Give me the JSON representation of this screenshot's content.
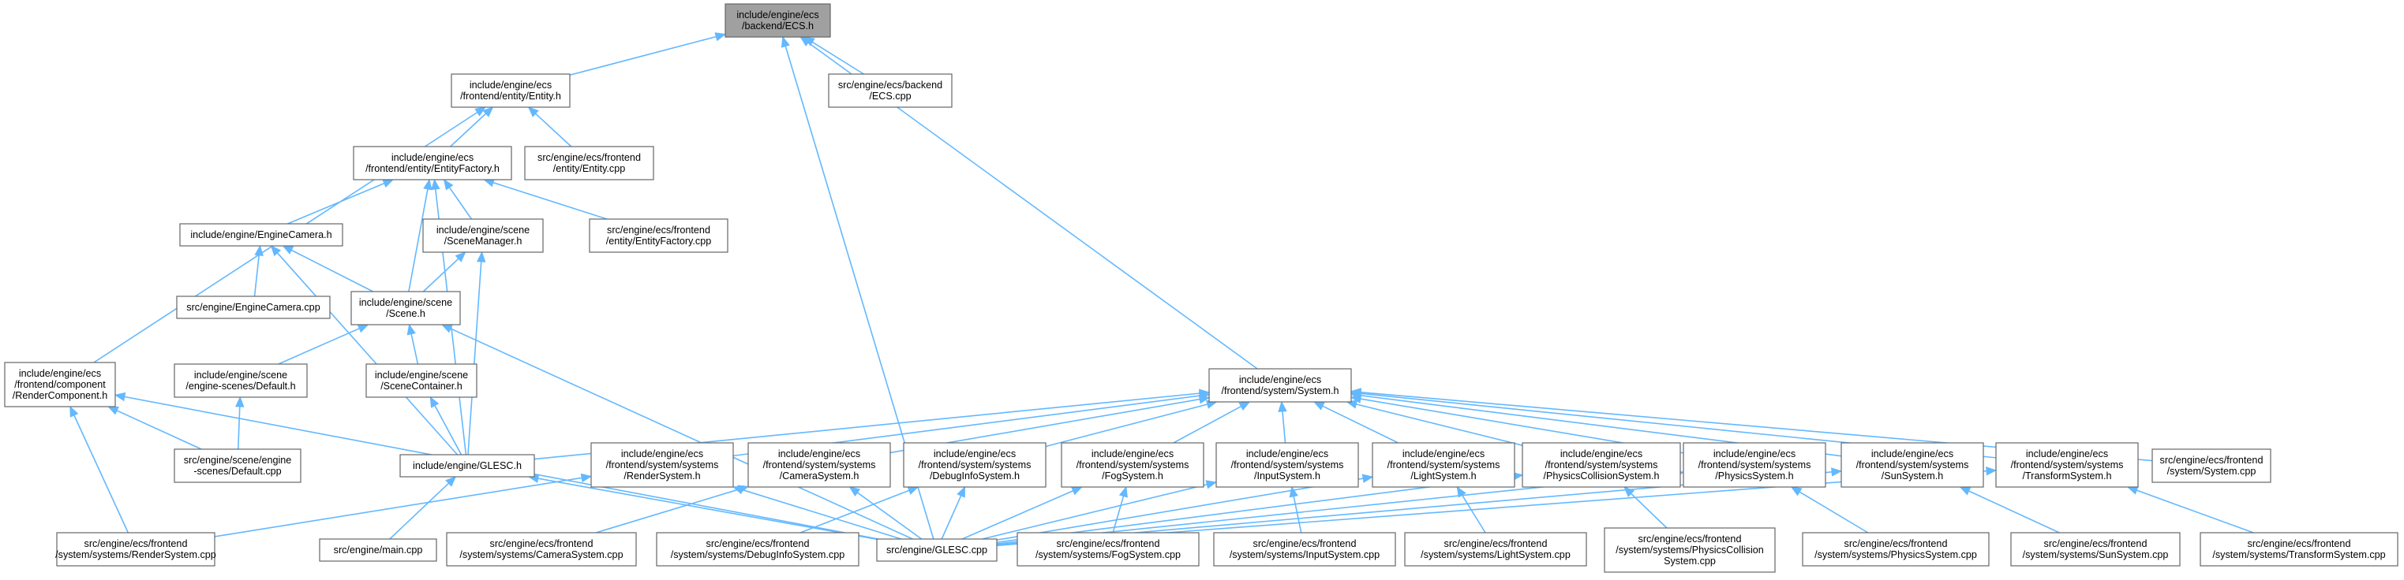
{
  "graph": {
    "title": "include/engine/ecs/backend/ECS.h",
    "colors": {
      "edge": "#63b8ff",
      "root_fill": "#a0a0a0",
      "node_fill": "#ffffff",
      "node_border": "#666666"
    },
    "nodes": [
      {
        "id": "ecs_h",
        "lines": [
          "include/engine/ecs",
          "/backend/ECS.h"
        ],
        "root": true
      },
      {
        "id": "entity_h",
        "lines": [
          "include/engine/ecs",
          "/frontend/entity/Entity.h"
        ]
      },
      {
        "id": "ecs_cpp",
        "lines": [
          "src/engine/ecs/backend",
          "/ECS.cpp"
        ]
      },
      {
        "id": "entityfactory_h",
        "lines": [
          "include/engine/ecs",
          "/frontend/entity/EntityFactory.h"
        ]
      },
      {
        "id": "entity_cpp",
        "lines": [
          "src/engine/ecs/frontend",
          "/entity/Entity.cpp"
        ]
      },
      {
        "id": "enginecamera_h",
        "lines": [
          "include/engine/EngineCamera.h"
        ]
      },
      {
        "id": "scenemanager_h",
        "lines": [
          "include/engine/scene",
          "/SceneManager.h"
        ]
      },
      {
        "id": "entityfactory_cpp",
        "lines": [
          "src/engine/ecs/frontend",
          "/entity/EntityFactory.cpp"
        ]
      },
      {
        "id": "enginecamera_cpp",
        "lines": [
          "src/engine/EngineCamera.cpp"
        ]
      },
      {
        "id": "scene_h",
        "lines": [
          "include/engine/scene",
          "/Scene.h"
        ]
      },
      {
        "id": "rendercomponent_h",
        "lines": [
          "include/engine/ecs",
          "/frontend/component",
          "/RenderComponent.h"
        ]
      },
      {
        "id": "default_h",
        "lines": [
          "include/engine/scene",
          "/engine-scenes/Default.h"
        ]
      },
      {
        "id": "scenecontainer_h",
        "lines": [
          "include/engine/scene",
          "/SceneContainer.h"
        ]
      },
      {
        "id": "default_cpp",
        "lines": [
          "src/engine/scene/engine",
          "-scenes/Default.cpp"
        ]
      },
      {
        "id": "glesc_h",
        "lines": [
          "include/engine/GLESC.h"
        ]
      },
      {
        "id": "main_cpp",
        "lines": [
          "src/engine/main.cpp"
        ]
      },
      {
        "id": "system_h",
        "lines": [
          "include/engine/ecs",
          "/frontend/system/System.h"
        ]
      },
      {
        "id": "rendersystem_h",
        "lines": [
          "include/engine/ecs",
          "/frontend/system/systems",
          "/RenderSystem.h"
        ]
      },
      {
        "id": "camerasystem_h",
        "lines": [
          "include/engine/ecs",
          "/frontend/system/systems",
          "/CameraSystem.h"
        ]
      },
      {
        "id": "debuginfosystem_h",
        "lines": [
          "include/engine/ecs",
          "/frontend/system/systems",
          "/DebugInfoSystem.h"
        ]
      },
      {
        "id": "fogsystem_h",
        "lines": [
          "include/engine/ecs",
          "/frontend/system/systems",
          "/FogSystem.h"
        ]
      },
      {
        "id": "inputsystem_h",
        "lines": [
          "include/engine/ecs",
          "/frontend/system/systems",
          "/InputSystem.h"
        ]
      },
      {
        "id": "lightsystem_h",
        "lines": [
          "include/engine/ecs",
          "/frontend/system/systems",
          "/LightSystem.h"
        ]
      },
      {
        "id": "physicscollisionsystem_h",
        "lines": [
          "include/engine/ecs",
          "/frontend/system/systems",
          "/PhysicsCollisionSystem.h"
        ]
      },
      {
        "id": "physicssystem_h",
        "lines": [
          "include/engine/ecs",
          "/frontend/system/systems",
          "/PhysicsSystem.h"
        ]
      },
      {
        "id": "sunsystem_h",
        "lines": [
          "include/engine/ecs",
          "/frontend/system/systems",
          "/SunSystem.h"
        ]
      },
      {
        "id": "transformsystem_h",
        "lines": [
          "include/engine/ecs",
          "/frontend/system/systems",
          "/TransformSystem.h"
        ]
      },
      {
        "id": "system_cpp",
        "lines": [
          "src/engine/ecs/frontend",
          "/system/System.cpp"
        ]
      },
      {
        "id": "rendersystem_cpp",
        "lines": [
          "src/engine/ecs/frontend",
          "/system/systems/RenderSystem.cpp"
        ]
      },
      {
        "id": "camerasystem_cpp",
        "lines": [
          "src/engine/ecs/frontend",
          "/system/systems/CameraSystem.cpp"
        ]
      },
      {
        "id": "debuginfosystem_cpp",
        "lines": [
          "src/engine/ecs/frontend",
          "/system/systems/DebugInfoSystem.cpp"
        ]
      },
      {
        "id": "glesc_cpp",
        "lines": [
          "src/engine/GLESC.cpp"
        ]
      },
      {
        "id": "fogsystem_cpp",
        "lines": [
          "src/engine/ecs/frontend",
          "/system/systems/FogSystem.cpp"
        ]
      },
      {
        "id": "inputsystem_cpp",
        "lines": [
          "src/engine/ecs/frontend",
          "/system/systems/InputSystem.cpp"
        ]
      },
      {
        "id": "lightsystem_cpp",
        "lines": [
          "src/engine/ecs/frontend",
          "/system/systems/LightSystem.cpp"
        ]
      },
      {
        "id": "physicscollisionsystem_cpp",
        "lines": [
          "src/engine/ecs/frontend",
          "/system/systems/PhysicsCollision",
          "System.cpp"
        ]
      },
      {
        "id": "physicssystem_cpp",
        "lines": [
          "src/engine/ecs/frontend",
          "/system/systems/PhysicsSystem.cpp"
        ]
      },
      {
        "id": "sunsystem_cpp",
        "lines": [
          "src/engine/ecs/frontend",
          "/system/systems/SunSystem.cpp"
        ]
      },
      {
        "id": "transformsystem_cpp",
        "lines": [
          "src/engine/ecs/frontend",
          "/system/systems/TransformSystem.cpp"
        ]
      }
    ],
    "edges": [
      [
        "entity_h",
        "ecs_h"
      ],
      [
        "ecs_cpp",
        "ecs_h"
      ],
      [
        "glesc_cpp",
        "ecs_h"
      ],
      [
        "system_h",
        "ecs_h"
      ],
      [
        "entityfactory_h",
        "entity_h"
      ],
      [
        "entity_cpp",
        "entity_h"
      ],
      [
        "rendercomponent_h",
        "entity_h"
      ],
      [
        "enginecamera_h",
        "entityfactory_h"
      ],
      [
        "scenemanager_h",
        "entityfactory_h"
      ],
      [
        "entityfactory_cpp",
        "entityfactory_h"
      ],
      [
        "scene_h",
        "entityfactory_h"
      ],
      [
        "glesc_h",
        "entityfactory_h"
      ],
      [
        "enginecamera_cpp",
        "enginecamera_h"
      ],
      [
        "scene_h",
        "enginecamera_h"
      ],
      [
        "glesc_h",
        "enginecamera_h"
      ],
      [
        "scene_h",
        "scenemanager_h"
      ],
      [
        "glesc_h",
        "scenemanager_h"
      ],
      [
        "default_h",
        "scene_h"
      ],
      [
        "scenecontainer_h",
        "scene_h"
      ],
      [
        "glesc_cpp",
        "scene_h"
      ],
      [
        "default_cpp",
        "default_h"
      ],
      [
        "glesc_h",
        "scenecontainer_h"
      ],
      [
        "default_cpp",
        "rendercomponent_h"
      ],
      [
        "rendersystem_cpp",
        "rendercomponent_h"
      ],
      [
        "glesc_cpp",
        "rendercomponent_h"
      ],
      [
        "main_cpp",
        "glesc_h"
      ],
      [
        "glesc_cpp",
        "glesc_h"
      ],
      [
        "glesc_h",
        "system_h"
      ],
      [
        "rendersystem_h",
        "system_h"
      ],
      [
        "camerasystem_h",
        "system_h"
      ],
      [
        "debuginfosystem_h",
        "system_h"
      ],
      [
        "fogsystem_h",
        "system_h"
      ],
      [
        "inputsystem_h",
        "system_h"
      ],
      [
        "lightsystem_h",
        "system_h"
      ],
      [
        "physicscollisionsystem_h",
        "system_h"
      ],
      [
        "physicssystem_h",
        "system_h"
      ],
      [
        "sunsystem_h",
        "system_h"
      ],
      [
        "transformsystem_h",
        "system_h"
      ],
      [
        "system_cpp",
        "system_h"
      ],
      [
        "rendersystem_cpp",
        "rendersystem_h"
      ],
      [
        "glesc_cpp",
        "rendersystem_h"
      ],
      [
        "camerasystem_cpp",
        "camerasystem_h"
      ],
      [
        "glesc_cpp",
        "camerasystem_h"
      ],
      [
        "debuginfosystem_cpp",
        "debuginfosystem_h"
      ],
      [
        "glesc_cpp",
        "debuginfosystem_h"
      ],
      [
        "fogsystem_cpp",
        "fogsystem_h"
      ],
      [
        "glesc_cpp",
        "fogsystem_h"
      ],
      [
        "inputsystem_cpp",
        "inputsystem_h"
      ],
      [
        "glesc_cpp",
        "inputsystem_h"
      ],
      [
        "lightsystem_cpp",
        "lightsystem_h"
      ],
      [
        "glesc_cpp",
        "lightsystem_h"
      ],
      [
        "physicscollisionsystem_cpp",
        "physicscollisionsystem_h"
      ],
      [
        "glesc_cpp",
        "physicscollisionsystem_h"
      ],
      [
        "physicssystem_cpp",
        "physicssystem_h"
      ],
      [
        "glesc_cpp",
        "physicssystem_h"
      ],
      [
        "sunsystem_cpp",
        "sunsystem_h"
      ],
      [
        "glesc_cpp",
        "sunsystem_h"
      ],
      [
        "transformsystem_cpp",
        "transformsystem_h"
      ],
      [
        "glesc_cpp",
        "transformsystem_h"
      ]
    ]
  }
}
